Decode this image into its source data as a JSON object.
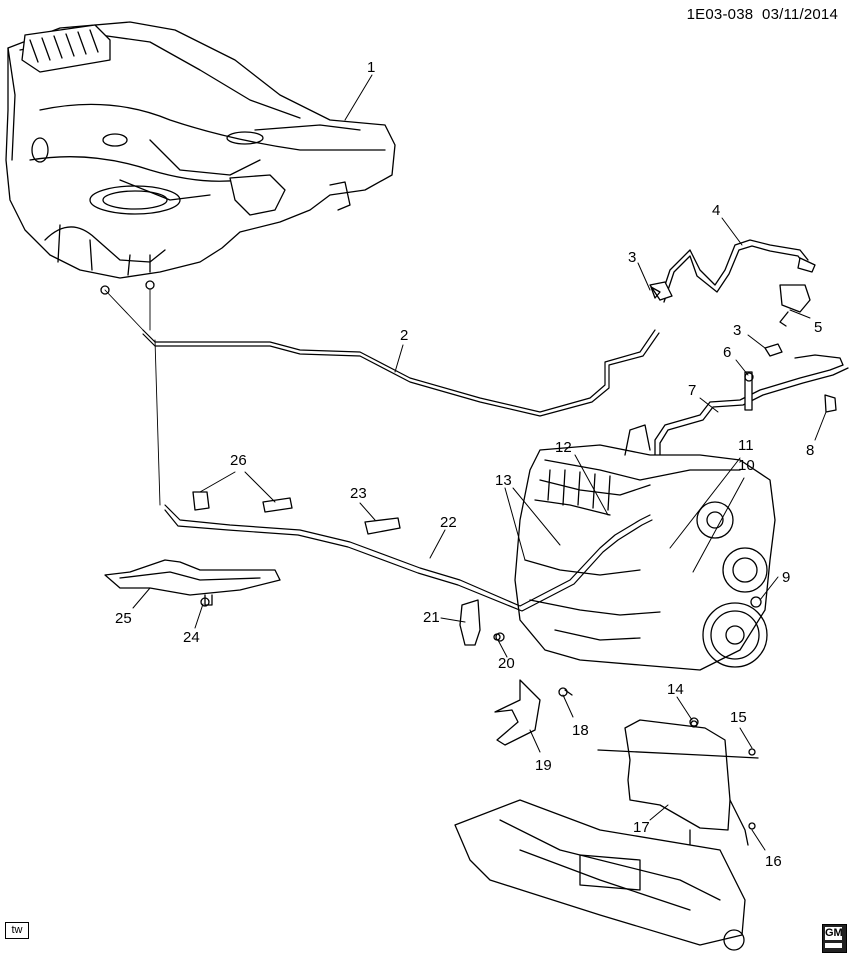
{
  "header": {
    "diagram_id": "1E03-038",
    "date": "03/11/2014"
  },
  "corner": {
    "tw": "tw",
    "logo": "GM"
  },
  "callouts": [
    "1",
    "2",
    "3",
    "4",
    "5",
    "3",
    "6",
    "7",
    "8",
    "12",
    "11",
    "10",
    "26",
    "13",
    "9",
    "23",
    "22",
    "25",
    "24",
    "21",
    "20",
    "14",
    "15",
    "18",
    "19",
    "17",
    "16"
  ]
}
